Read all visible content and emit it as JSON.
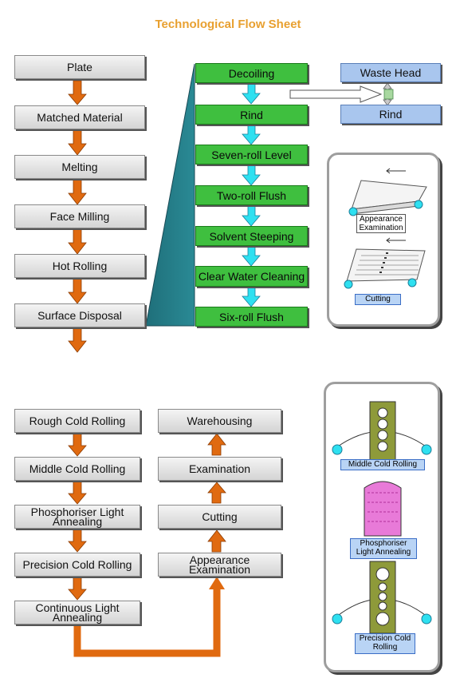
{
  "title": "Technological Flow Sheet",
  "left_process": [
    "Plate",
    "Matched Material",
    "Melting",
    "Face Milling",
    "Hot Rolling",
    "Surface Disposal"
  ],
  "cleaning_line": [
    "Decoiling",
    "Rind",
    "Seven-roll Level",
    "Two-roll Flush",
    "Solvent Steeping",
    "Clear Water Cleaning",
    "Six-roll Flush"
  ],
  "side_steps": {
    "waste_head": "Waste Head",
    "rind": "Rind"
  },
  "illustration_top": {
    "appearance_label": "Appearance Examination",
    "cutting_label": "Cutting"
  },
  "cold_process": [
    "Rough Cold Rolling",
    "Middle Cold Rolling",
    "Phosphoriser Light Annealing",
    "Precision Cold Rolling",
    "Continuous Light Annealing"
  ],
  "finish_process": [
    "Warehousing",
    "Examination",
    "Cutting",
    "Appearance Examination"
  ],
  "illustration_bottom": {
    "middle_label": "Middle Cold Rolling",
    "annealing_label": "Phosphoriser Light Annealing",
    "precision_label": "Precision Cold Rolling"
  },
  "colors": {
    "title": "#e8a030",
    "arrow": "#e06a10",
    "flow_arrow": "#2ee0f0",
    "green": "#3fbf3f",
    "blue": "#a9c6ee"
  }
}
